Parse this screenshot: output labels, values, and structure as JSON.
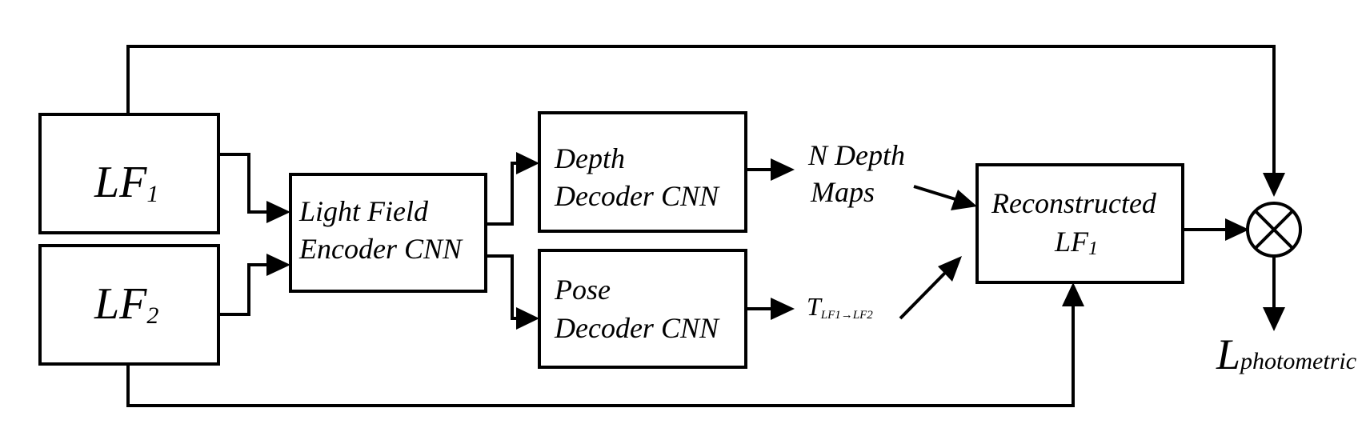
{
  "blocks": {
    "lf1": {
      "main": "LF",
      "sub": "1"
    },
    "lf2": {
      "main": "LF",
      "sub": "2"
    },
    "encoder": {
      "line1": "Light Field",
      "line2": "Encoder CNN"
    },
    "depth_decoder": {
      "line1": "Depth",
      "line2": "Decoder CNN"
    },
    "pose_decoder": {
      "line1": "Pose",
      "line2": "Decoder CNN"
    },
    "reconstructed": {
      "line1": "Reconstructed",
      "line2_main": "LF",
      "line2_sub": "1"
    }
  },
  "labels": {
    "depth_maps": {
      "line1": "N Depth",
      "line2": "Maps"
    },
    "transform": {
      "main": "T",
      "sub": "LF1→LF2"
    },
    "loss": {
      "main": "L",
      "sub": "photometric"
    }
  },
  "operator": {
    "symbol": "multiply-circle"
  }
}
